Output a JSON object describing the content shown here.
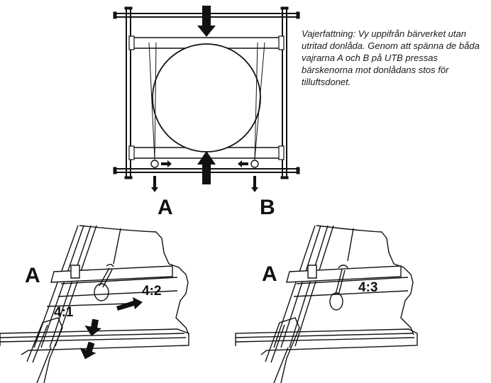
{
  "caption": "Vajerfattning: Vy uppifrån bärverket utan utritad donlåda. Genom att spänna de båda vajrarna A och B på UTB pressas bärskenorna mot donlådans stos för tilluftsdonet.",
  "top_view": {
    "label_a": "A",
    "label_b": "B"
  },
  "detail_left": {
    "label": "A",
    "step_1": "4:1",
    "step_2": "4:2"
  },
  "detail_right": {
    "label": "A",
    "step_3": "4:3"
  }
}
